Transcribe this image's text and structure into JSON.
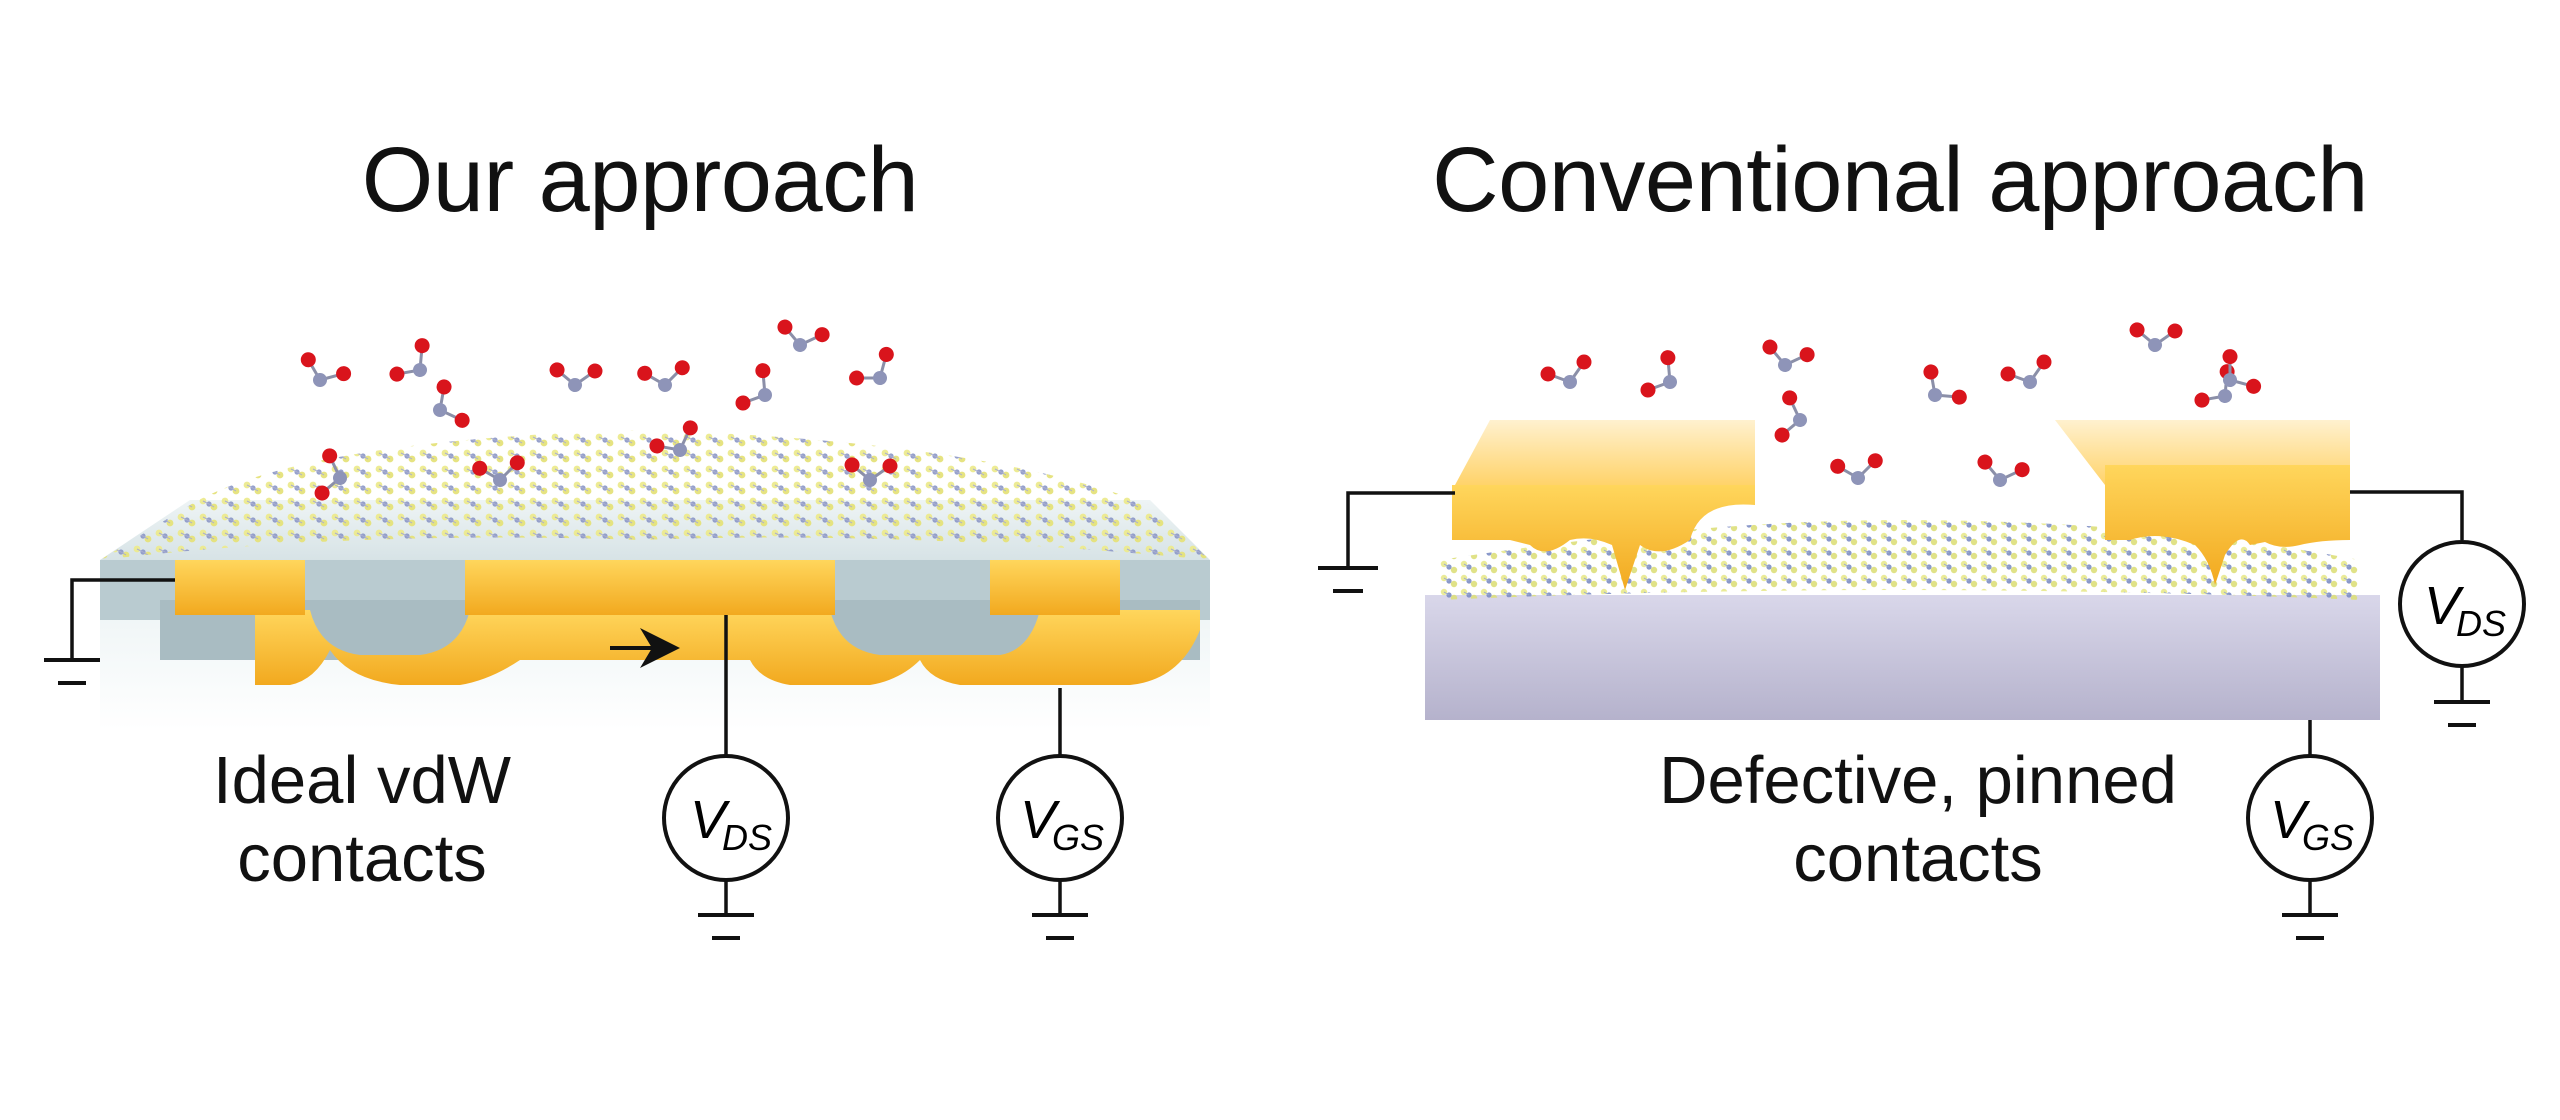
{
  "colors": {
    "gold": "#f7b632",
    "gold_light": "#ffd75a",
    "substrate_gray": "#b7c7cc",
    "substrate_purple": "#c8c6dc",
    "oxygen": "#d9141c",
    "nitrogen": "#8e94b8",
    "sulfur": "#e8e07a",
    "metal": "#7f8fbf"
  },
  "panels": {
    "left": {
      "title": "Our approach",
      "caption_line1": "Ideal vdW",
      "caption_line2": "contacts",
      "meter_vds": {
        "main": "V",
        "sub": "DS"
      },
      "meter_vgs": {
        "main": "V",
        "sub": "GS"
      }
    },
    "right": {
      "title": "Conventional approach",
      "caption_line1": "Defective, pinned",
      "caption_line2": "contacts",
      "meter_vds": {
        "main": "V",
        "sub": "DS"
      },
      "meter_vgs": {
        "main": "V",
        "sub": "GS"
      }
    }
  }
}
